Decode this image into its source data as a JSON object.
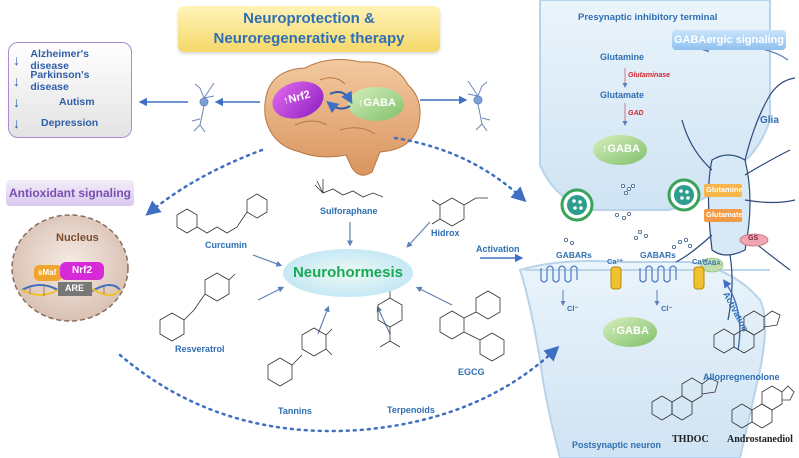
{
  "title": "Neuroprotection & Neuroregenerative therapy",
  "diseases": [
    {
      "arrow": "↓",
      "label": "Alzheimer's disease"
    },
    {
      "arrow": "↓",
      "label": "Parkinson's disease"
    },
    {
      "arrow": "↓",
      "label": "Autism"
    },
    {
      "arrow": "↓",
      "label": "Depression"
    }
  ],
  "brain": {
    "nrf2": "↑Nrf2",
    "gaba": "↑GABA"
  },
  "antioxidant": {
    "title": "Antioxidant signaling",
    "nucleus": "Nucleus",
    "smaf": "sMaf",
    "nrf2": "Nrf2",
    "are": "ARE"
  },
  "compounds": {
    "sulforaphane": "Sulforaphane",
    "hidrox": "Hidrox",
    "curcumin": "Curcumin",
    "resveratrol": "Resveratrol",
    "tannins": "Tannins",
    "terpenoids": "Terpenoids",
    "egcg": "EGCG"
  },
  "center": "Neurohormesis",
  "activation": "Activation",
  "synapse": {
    "presynaptic": "Presynaptic inhibitory  terminal",
    "gaba_signaling": "GABAergic signaling",
    "glutamine": "Glutamine",
    "glutaminase": "Glutaminase",
    "glutamate": "Glutamate",
    "gad": "GAD",
    "gaba_pre": "↑GABA",
    "glia": "Glia",
    "glia_glutamine": "Glutamine",
    "glia_glutamate": "Glutamate",
    "gabars_left": "GABARs",
    "gabars_right": "GABARs",
    "ca_left": "Ca²⁺",
    "ca_right": "Ca²⁺",
    "cl_left": "Cl⁻",
    "cl_right": "Cl⁻",
    "gaba_post": "↑GABA",
    "gaba_glia": "GABA",
    "gs": "GS",
    "activation": "Activation",
    "postsynaptic": "Postsynaptic neuron"
  },
  "steroids": {
    "allopregnenolone": "Allopregnenolone",
    "thdoc": "THDOC",
    "androstanediol": "Androstanediol"
  }
}
